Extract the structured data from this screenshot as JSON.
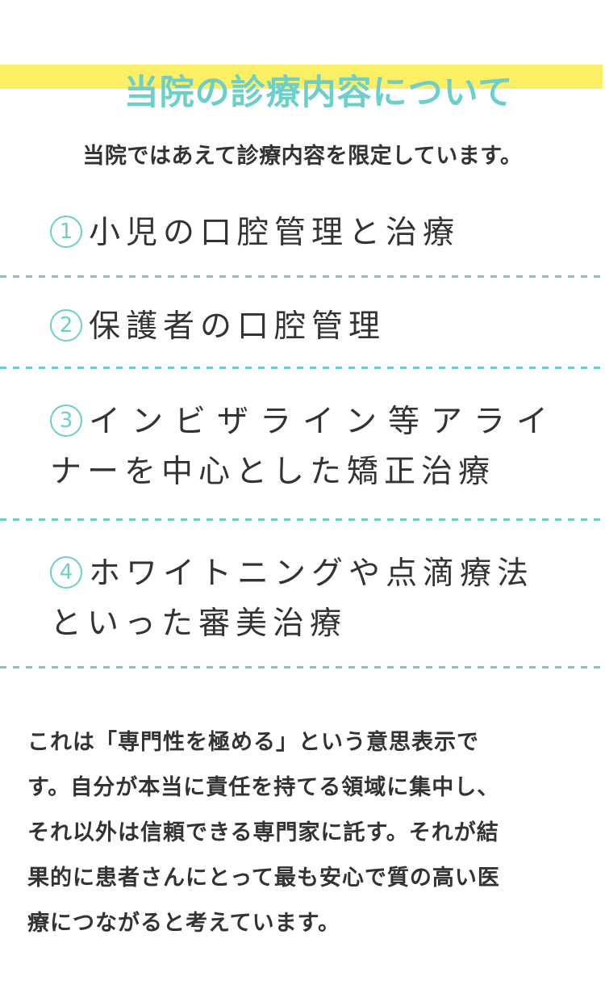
{
  "header": {
    "title": "当院の診療内容について",
    "highlight_color": "#fdef63",
    "title_color": "#6bcfcc"
  },
  "lead": "当院ではあえて診療内容を限定しています。",
  "services": [
    {
      "number": "1",
      "lines": [
        "小児の口腔管理と治療"
      ]
    },
    {
      "number": "2",
      "lines": [
        "保護者の口腔管理"
      ]
    },
    {
      "number": "3",
      "lines": [
        "インビザライン等アライ",
        "ナーを中心とした矯正治療"
      ]
    },
    {
      "number": "4",
      "lines": [
        "ホワイトニングや点滴療法",
        "といった審美治療"
      ]
    }
  ],
  "divider_color": "#6bcfcc",
  "closing": {
    "lines": [
      "これは「専門性を極める」という意思表示で",
      "す。自分が本当に責任を持てる領域に集中し、",
      "それ以外は信頼できる専門家に託す。それが結",
      "果的に患者さんにとって最も安心で質の高い医",
      "療につながると考えています。"
    ]
  }
}
